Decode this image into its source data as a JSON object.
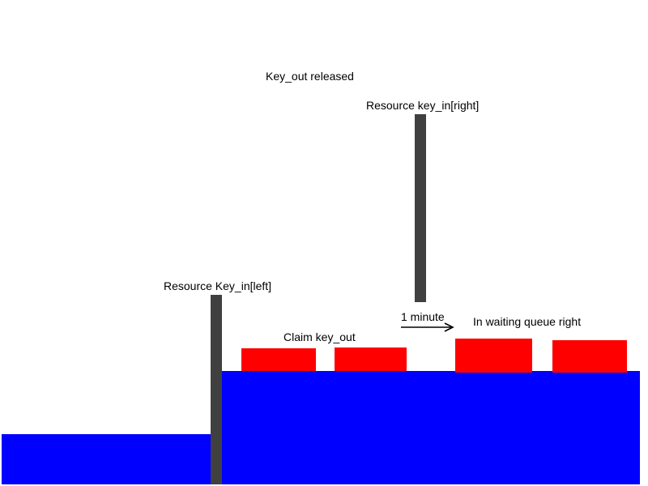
{
  "labels": {
    "key_out_released": "Key_out released",
    "resource_key_in_right": "Resource key_in[right]",
    "resource_key_in_left": "Resource Key_in[left]",
    "one_minute": "1 minute",
    "in_waiting_queue_right": "In waiting queue right",
    "claim_key_out": "Claim key_out"
  },
  "colors": {
    "ground": "#0000ff",
    "pole": "#404040",
    "block": "#ff0000",
    "background": "#ffffff",
    "text": "#000000"
  }
}
